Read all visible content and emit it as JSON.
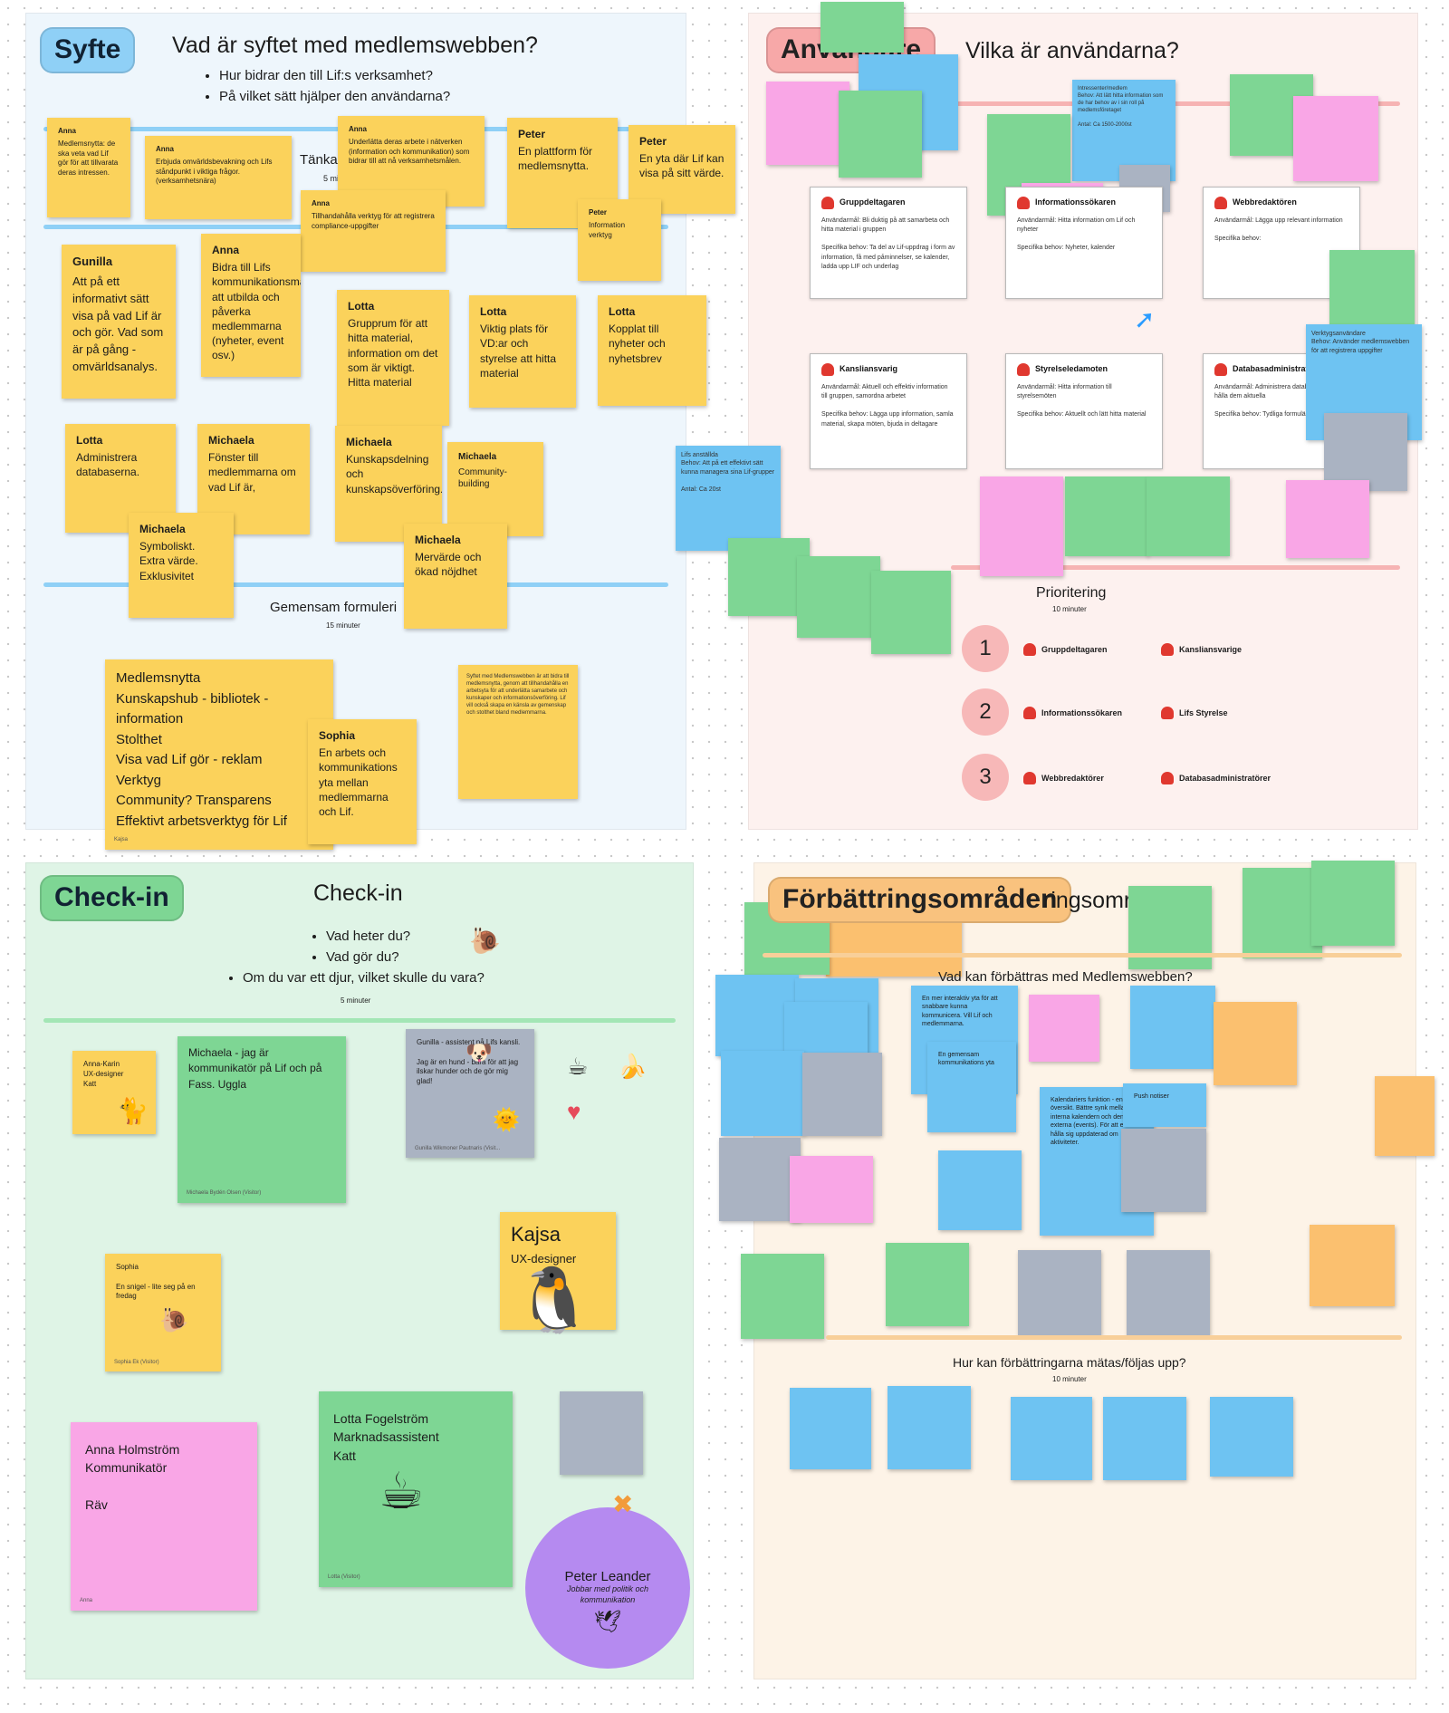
{
  "syfte": {
    "tag": "Syfte",
    "question": "Vad är syftet med medlemswebben?",
    "bullets": [
      "Hur bidrar den till Lif:s verksamhet?",
      "På vilket sätt hjälper den användarna?"
    ],
    "tanka_label": "Tänka",
    "tanka_sub": "5 mi",
    "gemensam_label": "Gemensam formuleri",
    "gemensam_sub": "15 minuter",
    "notes": [
      {
        "who": "Anna",
        "text": "Medlemsnytta: de ska veta vad Lif gör för att tillvarata deras intressen."
      },
      {
        "who": "Anna",
        "text": "Erbjuda omvärldsbevakning och Lifs ståndpunkt i viktiga frågor. (verksamhetsnära)"
      },
      {
        "who": "Anna",
        "text": "Underlätta deras arbete i nätverken (information och kommunikation) som bidrar till att nå verksamhetsmålen."
      },
      {
        "who": "Peter",
        "text": "En plattform för medlemsnytta."
      },
      {
        "who": "Peter",
        "text": "En yta där Lif kan visa på sitt värde."
      },
      {
        "who": "Anna",
        "text": "Tillhandahålla verktyg för att registrera compliance-uppgifter"
      },
      {
        "who": "Peter",
        "text": "Information verktyg"
      },
      {
        "who": "Gunilla",
        "text": "Att på ett informativt sätt visa på vad Lif är och gör. Vad som är på gång - omvärldsanalys."
      },
      {
        "who": "Anna",
        "text": "Bidra till Lifs kommunikationsmål att utbilda och påverka medlemmarna (nyheter, event osv.)"
      },
      {
        "who": "Lotta",
        "text": "Grupprum för att hitta material, information om det som är viktigt. Hitta material"
      },
      {
        "who": "Lotta",
        "text": "Viktig plats för VD:ar och styrelse att hitta material"
      },
      {
        "who": "Lotta",
        "text": "Kopplat till nyheter och nyhetsbrev"
      },
      {
        "who": "Lotta",
        "text": "Administrera databaserna."
      },
      {
        "who": "Michaela",
        "text": "Fönster till medlemmarna om vad Lif är,"
      },
      {
        "who": "Michaela",
        "text": "Kunskapsdelning och kunskapsöverföring."
      },
      {
        "who": "Michaela",
        "text": "Community-building"
      },
      {
        "who": "Michaela",
        "text": "Symboliskt. Extra värde. Exklusivitet"
      },
      {
        "who": "Michaela",
        "text": "Mervärde och ökad nöjdhet"
      }
    ],
    "summary_note": "Medlemsnytta\nKunskapshub - bibliotek - information\nStolthet\nVisa vad Lif gör - reklam\nVerktyg\nCommunity? Transparens\nEffektivt arbetsverktyg för Lif",
    "summary_foot": "Kajsa",
    "sophia_note": {
      "who": "Sophia",
      "text": "En arbets och kommunikations yta mellan medlemmarna och Lif."
    },
    "small_note": "Syftet med Medlemswebben är att bidra till medlemsnytta, genom att tillhandahålla en arbetsyta för att underlätta samarbete och kunskaper och informationsöverföring. Lif vill också skapa en känsla av gemenskap och stolthet bland medlemmarna."
  },
  "anvandare": {
    "tag": "Användare",
    "question": "Vilka är användarna?",
    "cards": [
      {
        "title": "Gruppdeltagaren",
        "body": "Användarmål: Bli duktig på att samarbeta och hitta material i gruppen\n\nSpecifika behov: Ta del av Lif-uppdrag i form av information, få med påminnelser, se kalender, ladda upp LIF och underlag"
      },
      {
        "title": "Informationssökaren",
        "body": "Användarmål: Hitta information om Lif och nyheter\n\nSpecifika behov: Nyheter, kalender"
      },
      {
        "title": "Webbredaktören",
        "body": "Användarmål: Lägga upp relevant information\n\nSpecifika behov:"
      },
      {
        "title": "Kansliansvarig",
        "body": "Användarmål: Aktuell och effektiv information till gruppen, samordna arbetet\n\nSpecifika behov: Lägga upp information, samla material, skapa möten, bjuda in deltagare"
      },
      {
        "title": "Styrelseledamoten",
        "body": "Användarmål: Hitta information till styrelsemöten\n\nSpecifika behov: Aktuellt och lätt hitta material"
      },
      {
        "title": "Databasadministratören",
        "body": "Användarmål: Administrera databaserna och hålla dem aktuella\n\nSpecifika behov: Tydliga formulär och hantering"
      }
    ],
    "lifs_note": "Lifs anställda\nBehov: Att på ett effektivt sätt kunna managera sina Lif-grupper\n\nAntal: Ca 20st",
    "verktyg_note": "Verktygsanvändare\nBehov: Använder medlemswebben för att registrera uppgifter",
    "intresse_note": "Intressenter/medlem\nBehov: Att lätt hitta information som de har behov av i sin roll på medlemsföretaget\n\nAntal: Ca 1500-2000st",
    "prio_title": "Prioritering",
    "prio_sub": "10 minuter",
    "prio_numbers": [
      "1",
      "2",
      "3"
    ],
    "prio_items": [
      "Gruppdeltagaren",
      "Kansliansvarige",
      "Informationssökaren",
      "Lifs Styrelse",
      "Webbredaktörer",
      "Databasadministratörer"
    ]
  },
  "checkin": {
    "tag": "Check-in",
    "title": "Check-in",
    "bullets": [
      "Vad heter du?",
      "Vad gör du?"
    ],
    "bullet3": "Om du var ett djur, vilket skulle du vara?",
    "sub": "5 minuter",
    "notes": {
      "annakarin": "Anna-Karin\nUX-designer\nKatt",
      "michaela": "Michaela - jag är kommunikatör på Lif och på Fass. Uggla",
      "michaela_foot": "Michaela Bydén Olsen (Visitor)",
      "gunilla": "Gunilla - assistent på Lifs kansli.\n\nJag är en hund - bara för att jag ilskar hunder och de gör mig glad!",
      "gunilla_foot": "Gunilla Wikmoner Pautnaris (Visit...",
      "kajsa_name": "Kajsa",
      "kajsa_role": "UX-designer",
      "sophia": "Sophia\n\nEn snigel - lite seg på en fredag",
      "sophia_foot": "Sophia Ek (Visitor)",
      "anna": "Anna Holmström\nKommunikatör\n\nRäv",
      "anna_foot": "Anna",
      "lotta": "Lotta Fogelström\nMarknadsassistent\nKatt",
      "lotta_foot": "Lotta (Visitor)",
      "peter_name": "Peter Leander",
      "peter_sub": "Jobbar med politik och kommunikation"
    }
  },
  "forbattring": {
    "tag": "Förbättringsområden",
    "heading_partial": "ringsomr",
    "q1": "Vad kan förbättras med Medlemswebben?",
    "q2": "Hur kan förbättringarna mätas/följas upp?",
    "q2_sub": "10 minuter",
    "notes": {
      "kalender": "Kalendariers funktion - enklare översikt. Bättre synk mellan den interna kalendern och den externa (events). För att enklare hålla sig uppdaterad om aktiviteter.",
      "interaktiv": "En mer interaktiv yta för att snabbare kunna kommunicera. Vill Lif och medlemmarna.",
      "gemensam": "En gemensam kommunikations yta",
      "push": "Push notiser"
    }
  },
  "colors": {
    "yellow": "#fbd25b",
    "green": "#7ed694",
    "blue": "#6ec3f2",
    "pink": "#f9a6e6",
    "gray": "#aab3c2",
    "orange": "#fbc06f"
  }
}
